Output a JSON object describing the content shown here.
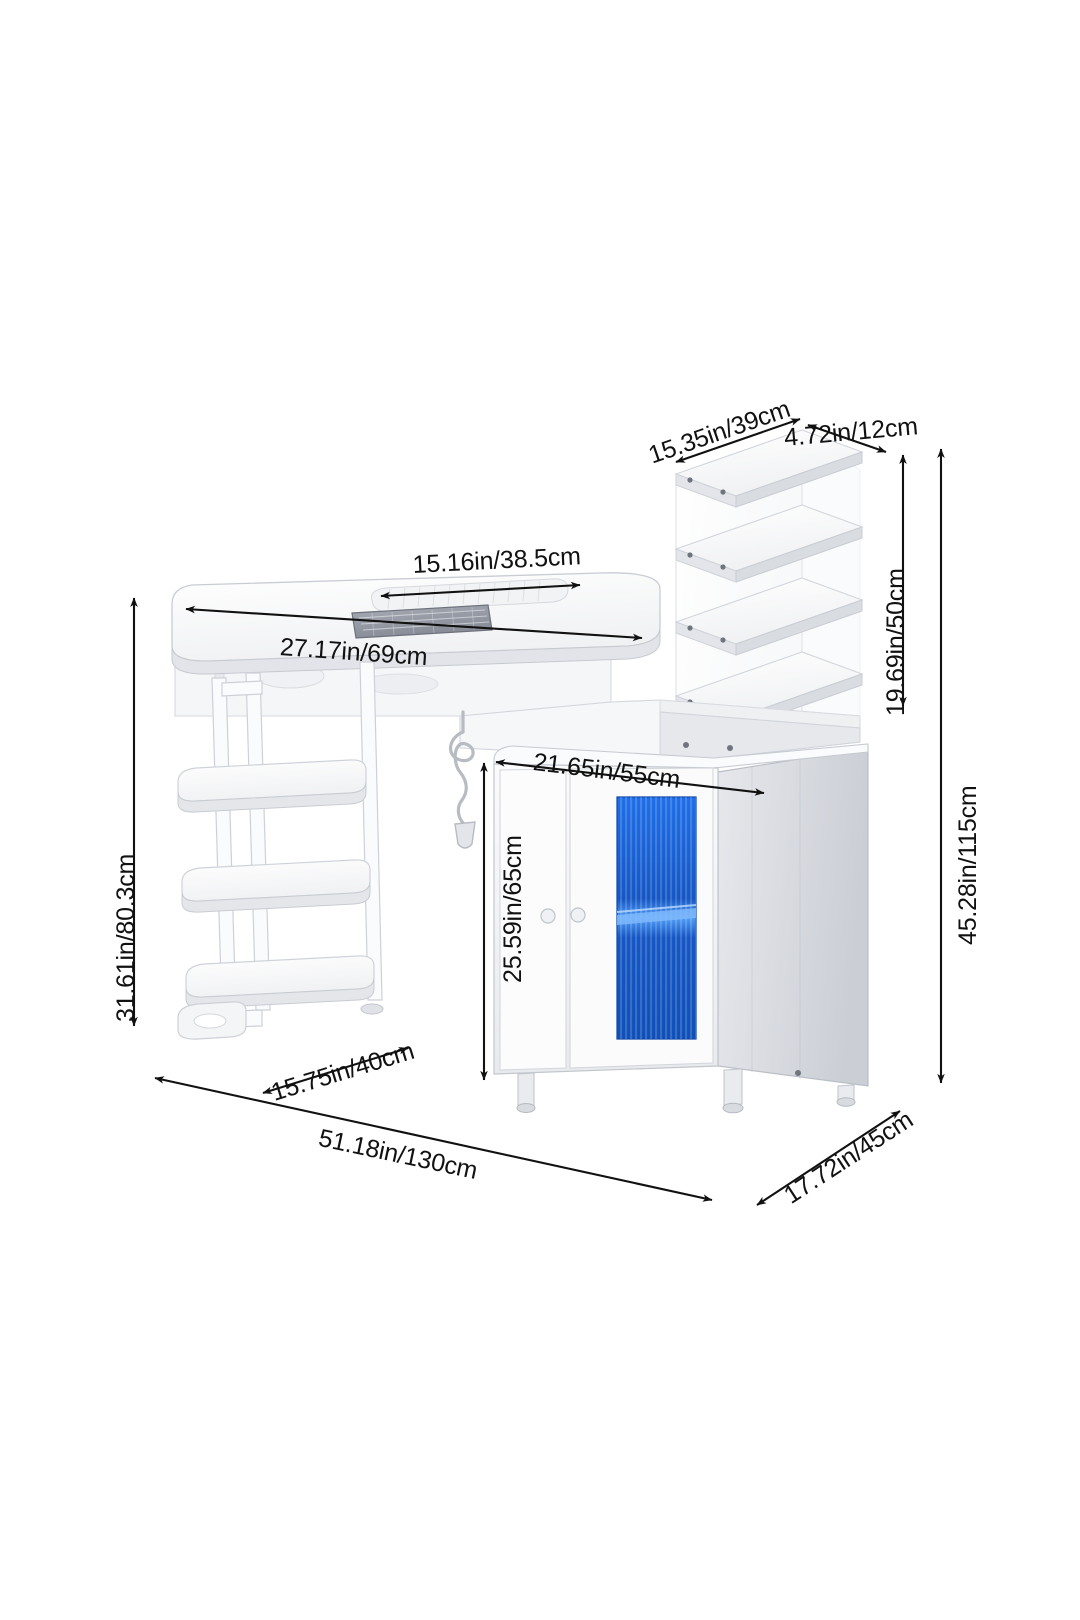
{
  "diagram": {
    "title": "Computer Desk with Storage Cabinet - Dimension Diagram",
    "type": "product-dimension-drawing",
    "background_color": "#ffffff",
    "line_color": "#111111",
    "furniture_color": "#f4f5f7",
    "led_panel_color": "#1565d8"
  },
  "dimensions": {
    "hutch_shelf_width": "15.35in/39cm",
    "hutch_shelf_depth": "4.72in/12cm",
    "keyboard_tray_width": "15.16in/38.5cm",
    "desktop_width": "27.17in/69cm",
    "desk_height": "31.61in/80.3cm",
    "hutch_height": "19.69in/50cm",
    "overall_height": "45.28in/115cm",
    "cabinet_width": "21.65in/55cm",
    "cabinet_height": "25.59in/65cm",
    "shelf_depth": "15.75in/40cm",
    "overall_width": "51.18in/130cm",
    "overall_depth": "17.72in/45cm"
  },
  "parts": {
    "desktop": "desk-top-surface",
    "keyboard": "keyboard",
    "wrist_rest": "wrist-rest-pad",
    "monitor_shelf": "monitor-riser-shelf",
    "metal_frame": "metal-leg-frame",
    "open_shelves": "open-side-shelves",
    "power_cord": "power-cord-with-plug",
    "hutch": "acrylic-display-hutch",
    "hutch_shelf_count": 4,
    "cabinet": "storage-cabinet",
    "cabinet_doors": 2,
    "led_glass_panel": "blue-led-ribbed-glass-door",
    "cabinet_legs": "metal-support-legs"
  }
}
